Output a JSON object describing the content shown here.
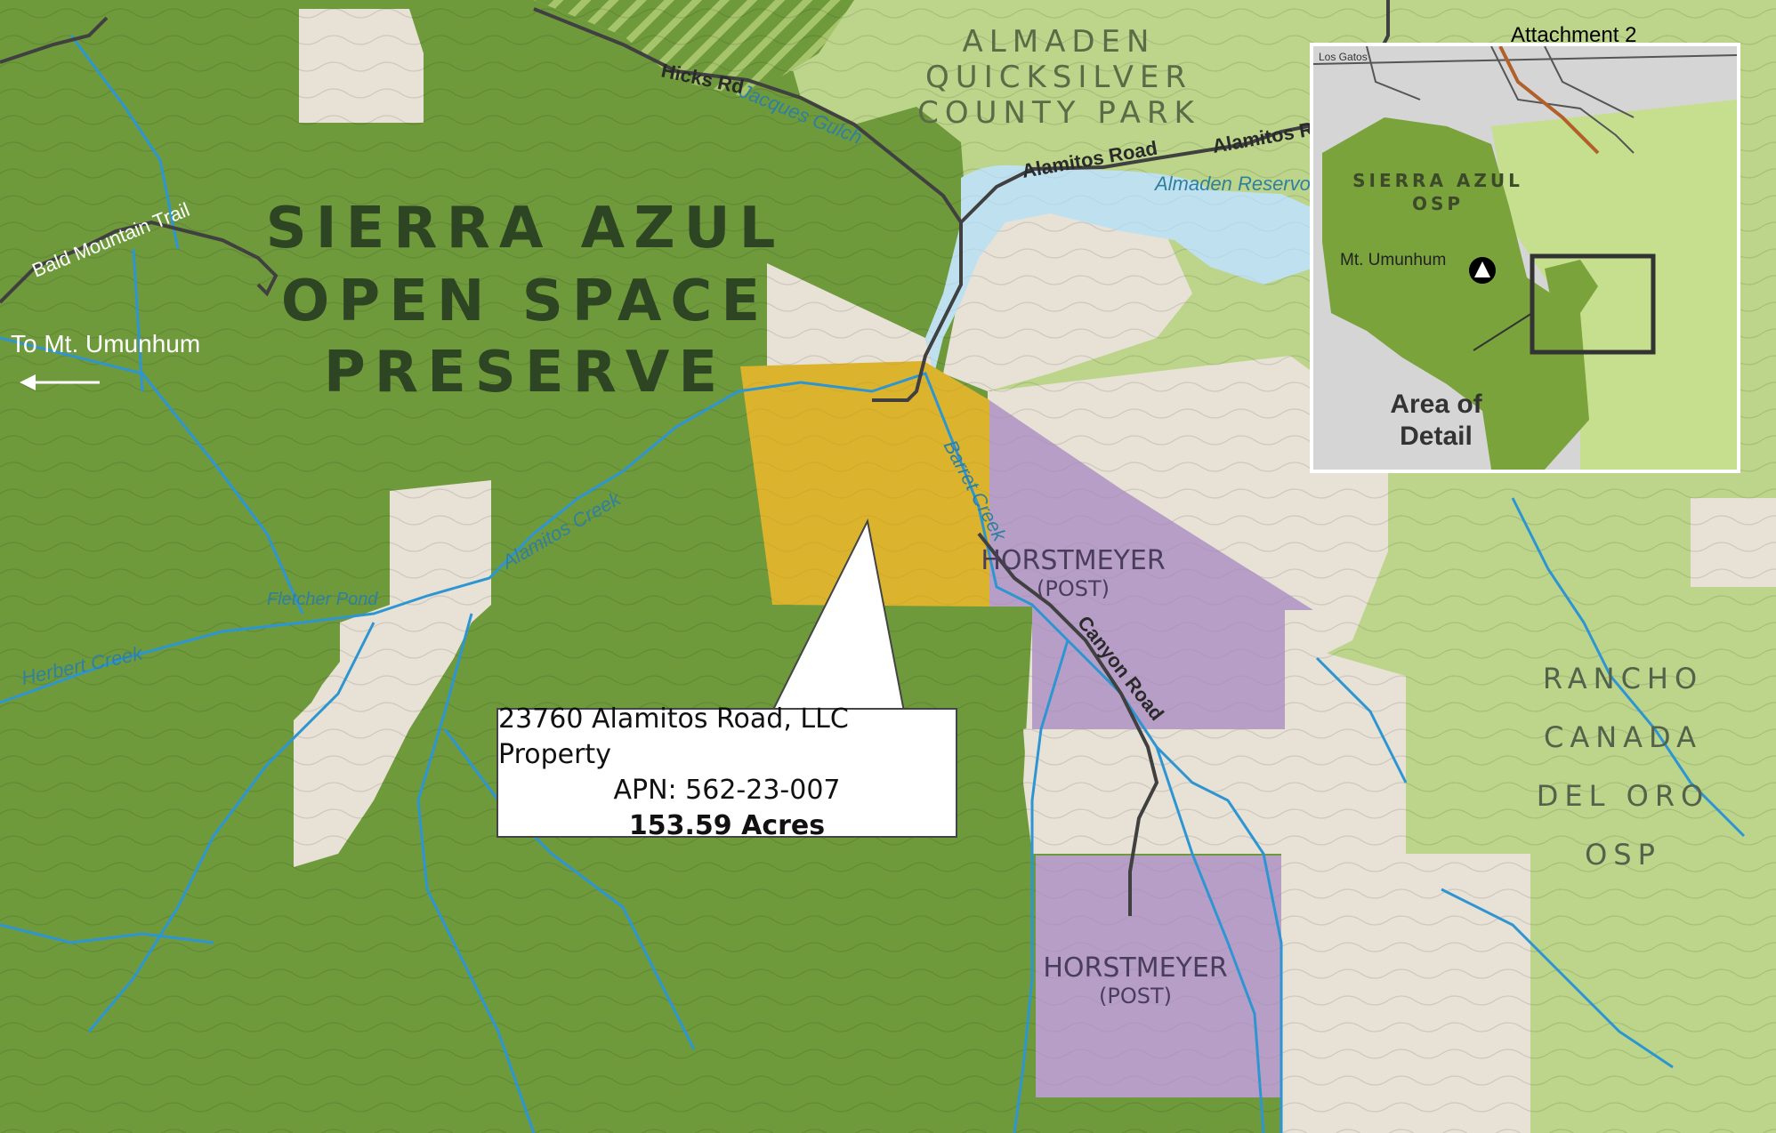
{
  "colors": {
    "preserve_green": "#6f9a3c",
    "county_park_green": "#bcd58a",
    "private_land": "#e7e1d6",
    "subject_property": "#dcb32d",
    "horstmeyer_purple": "#b79ec6",
    "creek_blue": "#2e95d3",
    "reservoir_blue": "#bfe1ef",
    "road_dark": "#404040"
  },
  "map": {
    "preserve_label": [
      "SIERRA AZUL",
      "OPEN SPACE",
      "PRESERVE"
    ],
    "park_label": [
      "ALMADEN",
      "QUICKSILVER",
      "COUNTY PARK"
    ],
    "rancho_label": [
      "RANCHO",
      "CANADA",
      "DEL ORO",
      "OSP"
    ],
    "horstmeyer_1": {
      "name": "HORSTMEYER",
      "status": "(POST)"
    },
    "horstmeyer_2": {
      "name": "HORSTMEYER",
      "status": "(POST)"
    },
    "to_umunhum": "To Mt. Umunhum",
    "roads": {
      "hicks": "Hicks Rd",
      "alamitos_1": "Alamitos Road",
      "alamitos_2": "Alamitos Road",
      "canyon": "Canyon Road",
      "bald_mountain": "Bald Mountain Trail"
    },
    "creeks": {
      "jacques": "Jacques Gulch",
      "almaden_res": "Almaden Reservoir",
      "alamitos": "Alamitos Creek",
      "barrett": "Barret Creek",
      "herbert": "Herbert Creek",
      "fletcher": "Fletcher Pond"
    }
  },
  "callout": {
    "line1": "23760 Alamitos Road, LLC Property",
    "line2": "APN: 562-23-007",
    "line3": "153.59 Acres"
  },
  "attachment_label": "Attachment 2",
  "inset": {
    "town": "Los Gatos",
    "osp_label": [
      "SIERRA AZUL",
      "OSP"
    ],
    "peak": "Mt. Umunhum",
    "area_label": [
      "Area of",
      "Detail"
    ]
  }
}
